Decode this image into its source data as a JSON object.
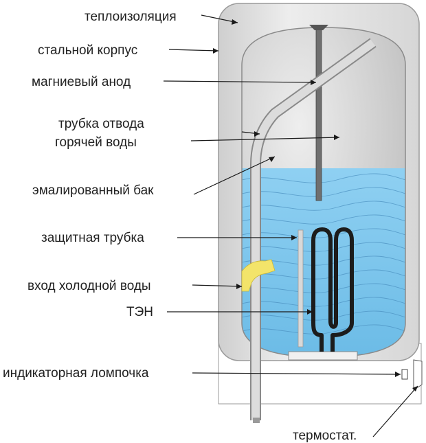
{
  "labels": {
    "thermal_insulation": "теплоизоляция",
    "steel_casing": "стальной корпус",
    "magnesium_anode": "магниевый анод",
    "hot_water_pipe_line1": "трубка отвода",
    "hot_water_pipe_line2": "горячей воды",
    "enameled_tank": "эмалированный бак",
    "protective_tube": "защитная трубка",
    "cold_water_inlet": "вход холодной воды",
    "heating_element": "ТЭН",
    "indicator_lamp": "индикаторная ломпочка",
    "thermostat": "термостат."
  },
  "colors": {
    "casing": "#e4e4e4",
    "tank_air": "#c9c9c9",
    "water": "#7ec6ec",
    "water_lines": "#4a8fbf",
    "heater": "#1c1c1c",
    "pipe": "#d0d0d0",
    "inlet": "#f3e46a"
  }
}
